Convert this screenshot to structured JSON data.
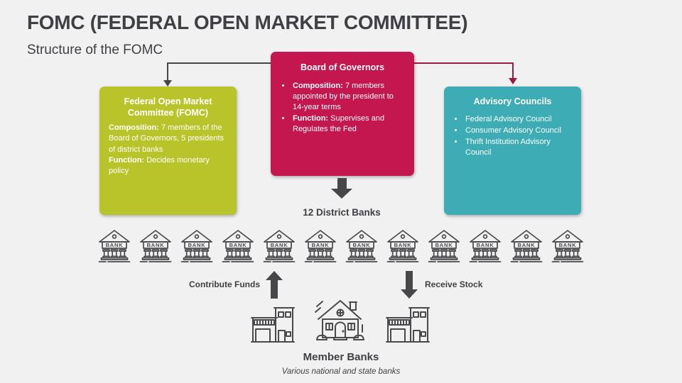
{
  "slide": {
    "title": "FOMC (FEDERAL OPEN MARKET COMMITTEE)",
    "subtitle": "Structure of the FOMC"
  },
  "colors": {
    "background": "#F1F1F2",
    "title_text": "#3F4043",
    "fomc_box": "#B9C42A",
    "board_box": "#C4164F",
    "advisory_box": "#3EACB4",
    "connector_left": "#454548",
    "connector_right": "#9B1C40",
    "icon_stroke": "#4A4A4C"
  },
  "fomc_box": {
    "title": "Federal Open Market Committee (FOMC)",
    "composition_label": "Composition:",
    "composition_text": "7 members of the Board of Governors, 5 presidents of district banks",
    "function_label": "Function:",
    "function_text": "Decides monetary policy"
  },
  "board_box": {
    "title": "Board of Governors",
    "bullets": [
      {
        "label": "Composition:",
        "text": "7 members appointed by the president to 14-year terms"
      },
      {
        "label": "Function:",
        "text": "Supervises and Regulates the Fed"
      }
    ]
  },
  "advisory_box": {
    "title": "Advisory Councils",
    "bullets": [
      "Federal Advisory Council",
      "Consumer Advisory Council",
      "Thrift Institution Advisory Council"
    ]
  },
  "district_banks": {
    "label": "12 District Banks",
    "count": 12,
    "icon_label": "BANK"
  },
  "flows": {
    "contribute_label": "Contribute Funds",
    "receive_label": "Receive Stock"
  },
  "member_banks": {
    "label": "Member Banks",
    "sublabel": "Various national and state banks"
  }
}
